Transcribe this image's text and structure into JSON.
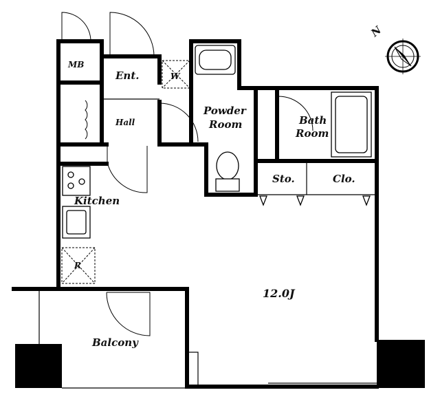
{
  "rooms": {
    "mb": "MB",
    "ent": "Ent.",
    "w": "W",
    "hall": "Hall",
    "powder_line1": "Powder",
    "powder_line2": "Room",
    "bath_line1": "Bath",
    "bath_line2": "Room",
    "sto": "Sto.",
    "clo": "Clo.",
    "kitchen": "Kitchen",
    "r": "R",
    "main": "12.0J",
    "balcony": "Balcony"
  },
  "compass": {
    "north_label": "N",
    "icon": "compass-icon"
  },
  "colors": {
    "wall": "#000000",
    "background": "#ffffff"
  }
}
